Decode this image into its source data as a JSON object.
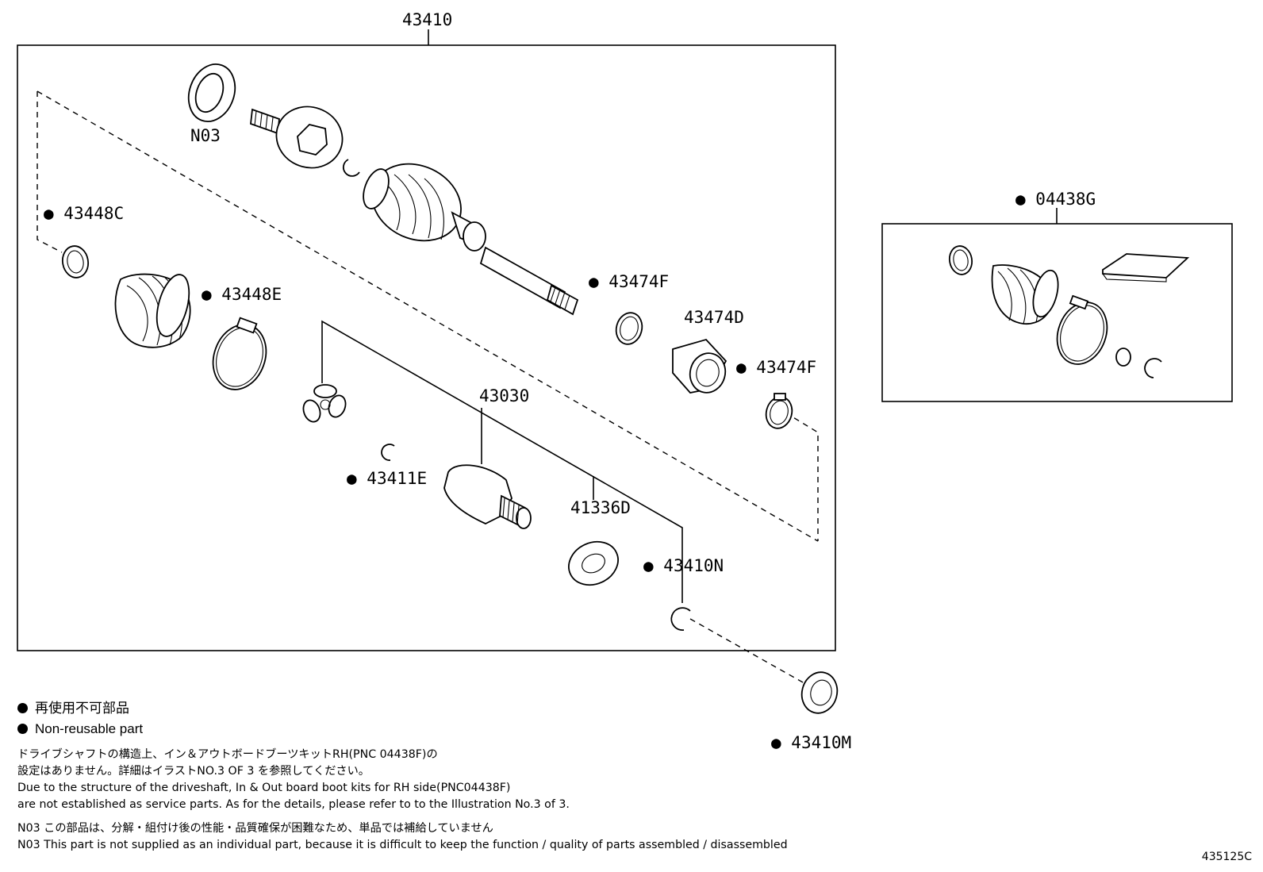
{
  "labels": {
    "main_assembly": "43410",
    "n03": "N03",
    "clamp_c": "43448C",
    "clamp_e": "43448E",
    "clamp_f_upper": "43474F",
    "damper_d": "43474D",
    "clamp_f_lower": "43474F",
    "inboard_joint": "43030",
    "snap_ring_e": "43411E",
    "washer_d": "41336D",
    "snap_ring_n": "43410N",
    "seal_m": "43410M",
    "boot_kit": "04438G"
  },
  "legend": {
    "jp": "再使用不可部品",
    "en": "Non-reusable part"
  },
  "notes": {
    "line1_jp": "ドライブシャフトの構造上、イン＆アウトボードブーツキットRH(PNC 04438F)の",
    "line2_jp": "設定はありません。詳細はイラストNO.3 OF 3 を参照してください。",
    "line3_en": "Due to the structure of the driveshaft, In & Out board  boot kits for RH side(PNC04438F)",
    "line4_en": "are not established as service parts. As for the details, please refer to to the Illustration No.3 of 3.",
    "n03_jp": "N03 この部品は、分解・組付け後の性能・品質確保が困難なため、単品では補給していません",
    "n03_en": "N03 This part is not supplied as an  individual part, because it is difficult to keep the function / quality of parts assembled / disassembled"
  },
  "illustration_code": "435125C"
}
